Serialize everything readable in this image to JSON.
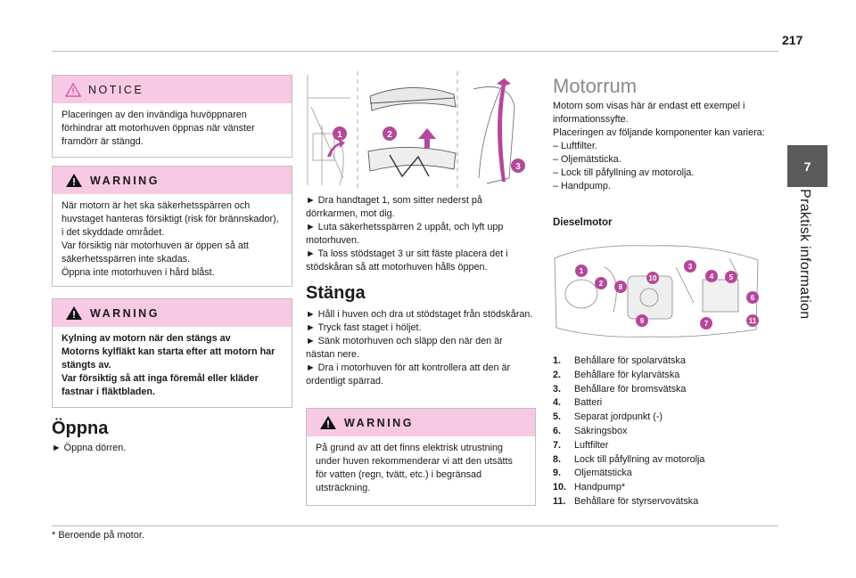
{
  "page": {
    "number": "217",
    "chapter_number": "7",
    "chapter_title": "Praktisk information",
    "footnote": "* Beroende på motor."
  },
  "notice_box": {
    "icon": "warning-triangle-outline-icon",
    "title": "NOTICE",
    "text": "Placeringen av den invändiga huvöppnaren förhindrar att motorhuven öppnas när vänster framdörr är stängd."
  },
  "warning_box_1": {
    "icon": "warning-triangle-filled-icon",
    "title": "WARNING",
    "lines": [
      "När motorn är het ska säkerhetsspärren och huvstaget hanteras försiktigt (risk för brännskador), i det skyddade området.",
      "Var försiktig när motorhuven är öppen så att säkerhetsspärren inte skadas.",
      "Öppna inte motorhuven i hård blåst."
    ]
  },
  "warning_box_2": {
    "icon": "warning-triangle-filled-icon",
    "title": "WARNING",
    "lines": [
      "Kylning av motorn när den stängs av",
      "Motorns kylfläkt kan starta efter att motorn har stängts av.",
      "Var försiktig så att inga föremål eller kläder fastnar i fläktbladen."
    ]
  },
  "open_section": {
    "heading": "Öppna",
    "text": "► Öppna dörren."
  },
  "steps": [
    "► Dra handtaget 1, som sitter nederst på dörrkarmen, mot dig.",
    "► Luta säkerhetsspärren 2 uppåt, och lyft upp motorhuven.",
    "► Ta loss stödstaget 3 ur sitt fäste placera det i stödskåran så att motorhuven hålls öppen."
  ],
  "close_section": {
    "heading": "Stänga",
    "lines": [
      "► Håll i huven och dra ut stödstaget från stödskåran.",
      "► Tryck fast staget i höljet.",
      "► Sänk motorhuven och släpp den när den är nästan nere.",
      "► Dra i motorhuven för att kontrollera att den är ordentligt spärrad."
    ]
  },
  "warning_box_3": {
    "icon": "warning-triangle-filled-icon",
    "title": "WARNING",
    "text": "På grund av att det finns elektrisk utrustning under huven rekommenderar vi att den utsätts för vatten (regn, tvätt, etc.) i begränsad utsträckning."
  },
  "engine_section": {
    "heading": "Motorrum",
    "intro_lines": [
      "Motorn som visas här är endast ett exempel i informationssyfte.",
      "Placeringen av följande komponenter kan variera:",
      "– Luftfilter.",
      "– Oljemätsticka.",
      "– Lock till påfyllning av motorolja.",
      "– Handpump."
    ],
    "subheading": "Dieselmotor",
    "components": [
      {
        "num": "1.",
        "label": "Behållare för spolarvätska"
      },
      {
        "num": "2.",
        "label": "Behållare för kylarvätska"
      },
      {
        "num": "3.",
        "label": "Behållare för bromsvätska"
      },
      {
        "num": "4.",
        "label": "Batteri"
      },
      {
        "num": "5.",
        "label": "Separat jordpunkt (-)"
      },
      {
        "num": "6.",
        "label": "Säkringsbox"
      },
      {
        "num": "7.",
        "label": "Luftfilter"
      },
      {
        "num": "8.",
        "label": "Lock till påfyllning av motorolja"
      },
      {
        "num": "9.",
        "label": "Oljemätsticka"
      },
      {
        "num": "10.",
        "label": "Handpump*"
      },
      {
        "num": "11.",
        "label": "Behållare för styrservovätska"
      }
    ]
  },
  "hood_figure": {
    "callouts": [
      "1",
      "2",
      "3"
    ]
  },
  "engine_figure": {
    "callouts": [
      "1",
      "2",
      "3",
      "4",
      "5",
      "6",
      "7",
      "8",
      "9",
      "10",
      "11"
    ]
  },
  "colors": {
    "box_header": "#f8c9e4",
    "callout": "#b5489a",
    "arrow": "#b5489a",
    "heading_gray": "#8a8a8a",
    "tab_bg": "#5a5a5a"
  }
}
